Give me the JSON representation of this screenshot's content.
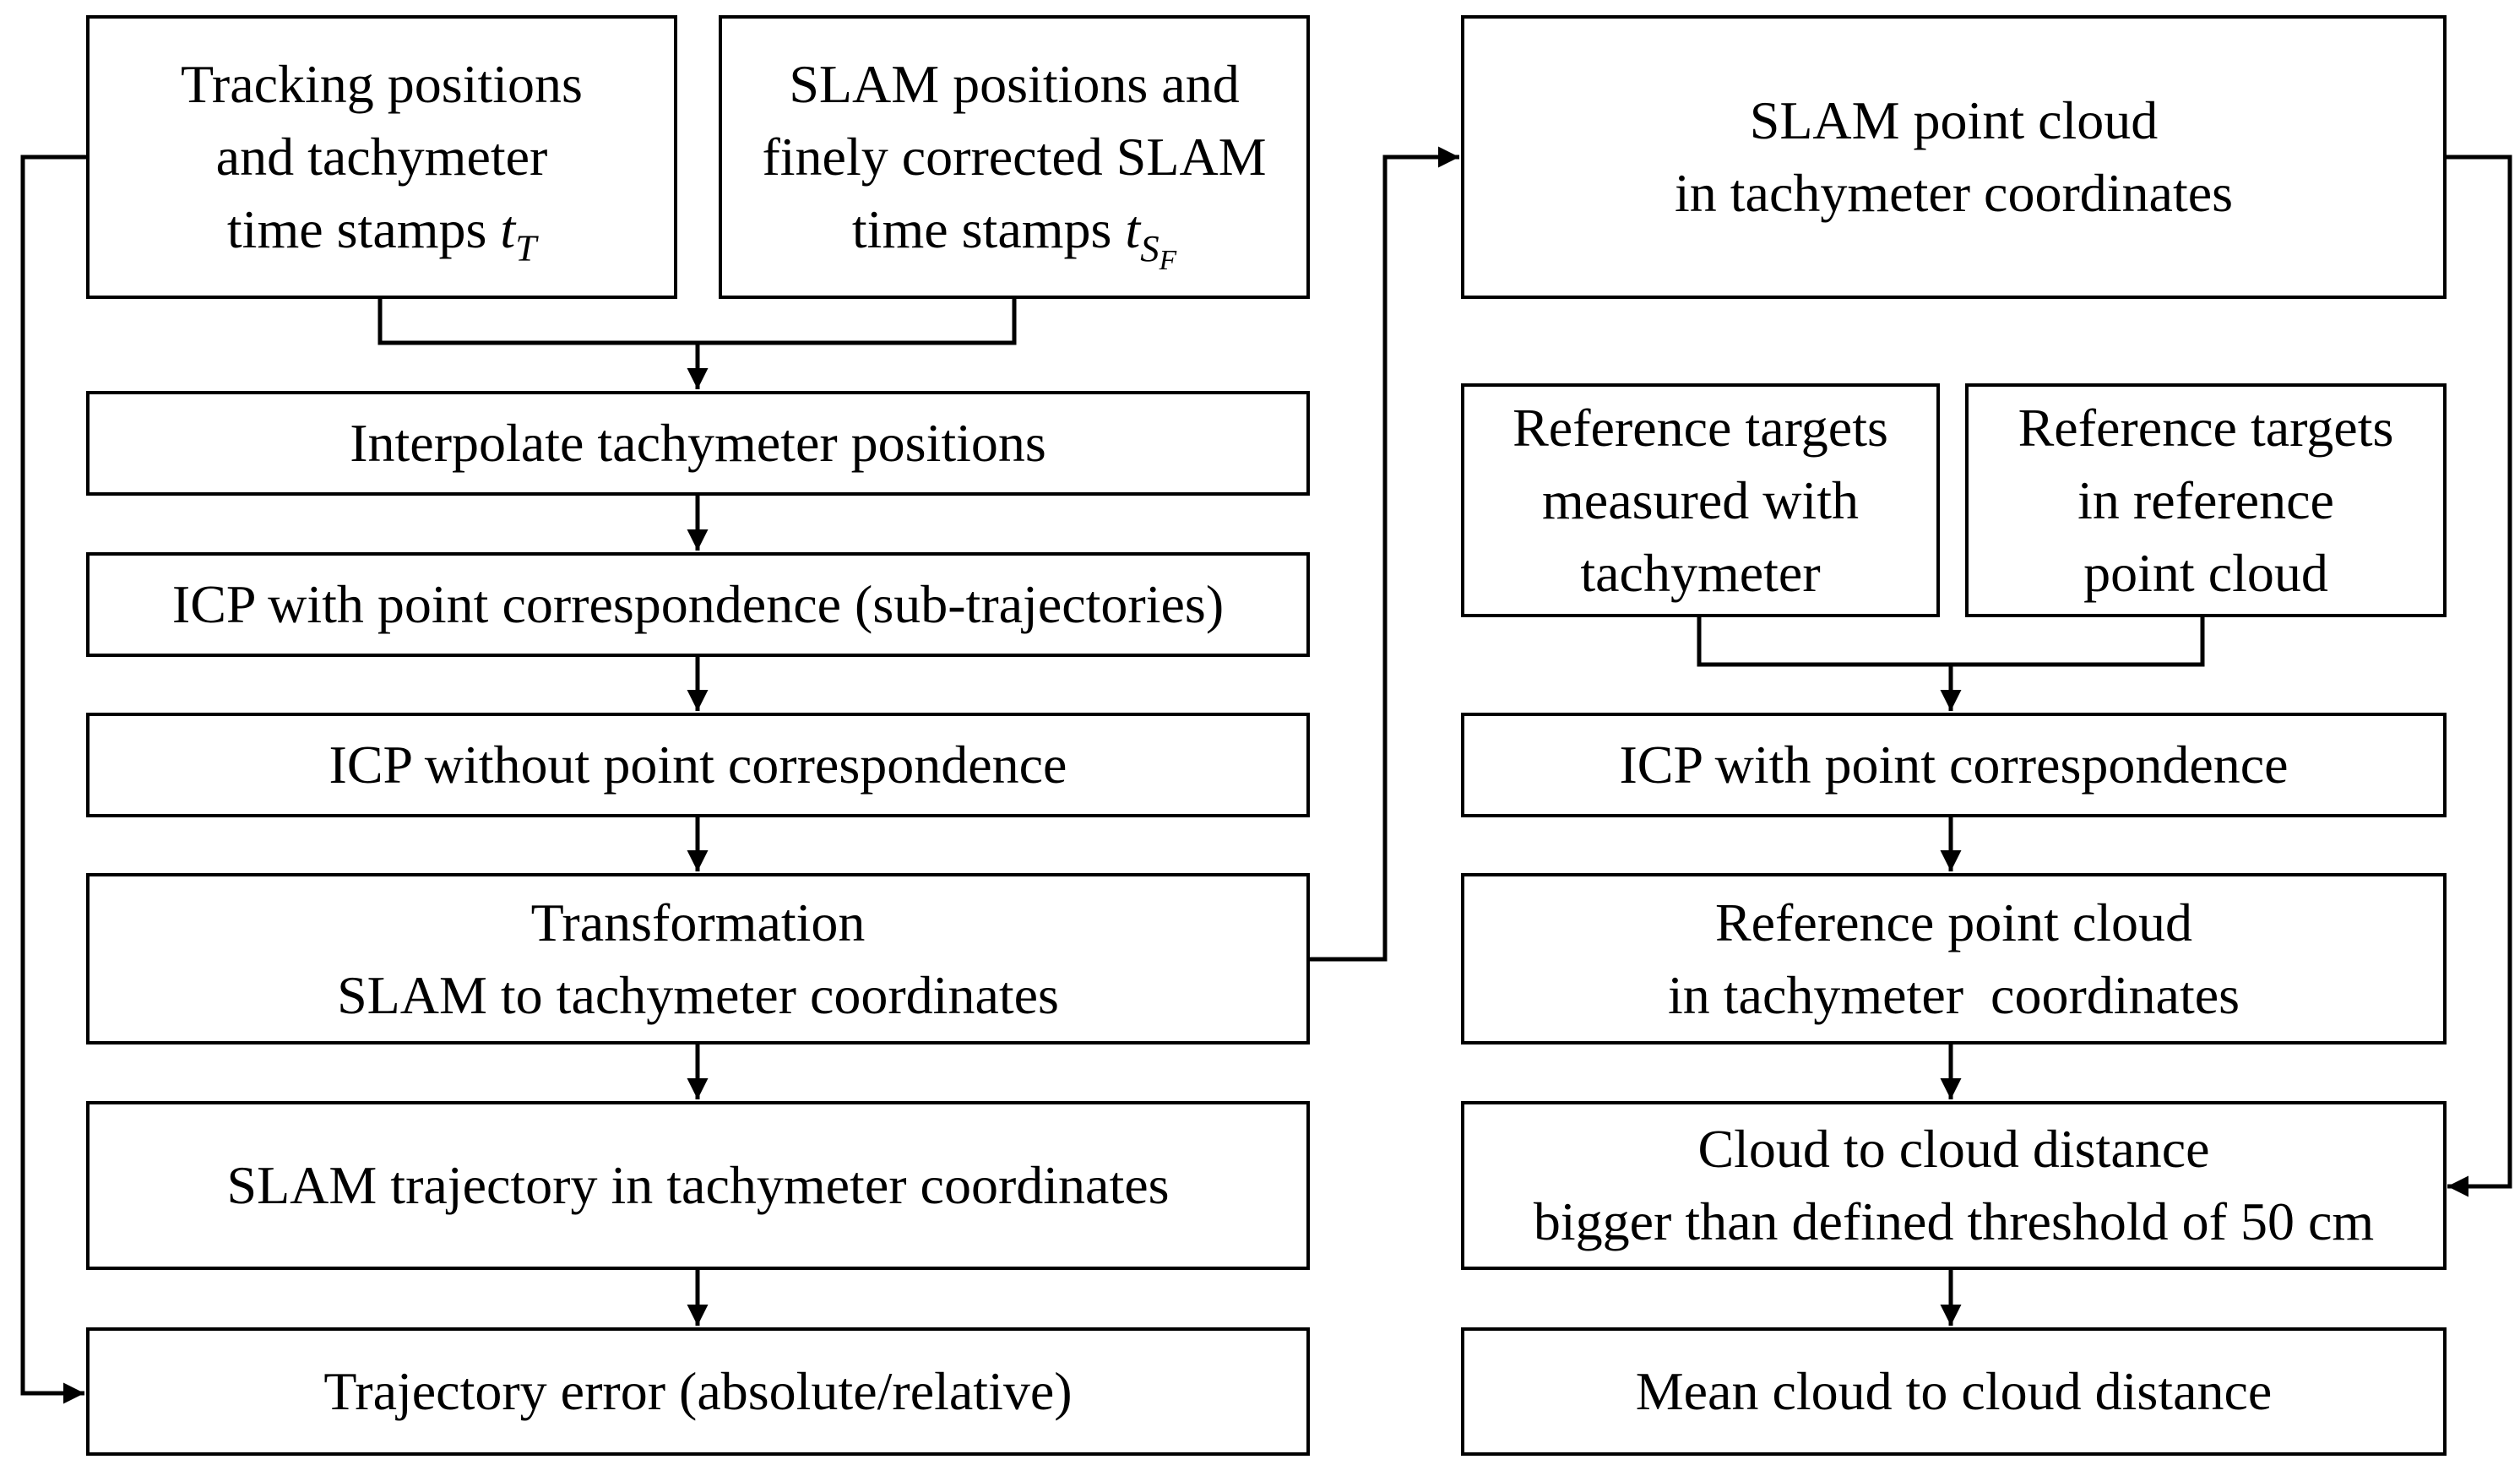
{
  "diagram": {
    "left": {
      "tracking": {
        "lines": [
          "Tracking positions",
          "and tachymeter",
          "time stamps"
        ],
        "math_base": "t",
        "math_sub": "T"
      },
      "slam_positions": {
        "lines": [
          "SLAM positions and",
          "finely corrected SLAM",
          "time stamps"
        ],
        "math_base": "t",
        "math_sub": "S",
        "math_subsub": "F"
      },
      "interpolate": "Interpolate tachymeter positions",
      "icp_with": "ICP with point correspondence (sub-trajectories)",
      "icp_without": "ICP without point correspondence",
      "transformation": [
        "Transformation",
        "SLAM to tachymeter coordinates"
      ],
      "slam_trajectory": "SLAM trajectory in tachymeter coordinates",
      "trajectory_error": "Trajectory error (absolute/relative)"
    },
    "right": {
      "slam_cloud": [
        "SLAM point cloud",
        "in tachymeter coordinates"
      ],
      "ref_targets_tachy": [
        "Reference targets",
        "measured with",
        "tachymeter"
      ],
      "ref_targets_cloud": [
        "Reference targets",
        "in reference",
        "point cloud"
      ],
      "icp_with": "ICP with point correspondence",
      "ref_cloud": [
        "Reference point cloud",
        "in tachymeter  coordinates"
      ],
      "c2c_threshold": [
        "Cloud to cloud distance",
        "bigger than defined threshold of 50 cm"
      ],
      "mean_c2c": "Mean cloud to cloud distance"
    }
  },
  "colors": {
    "stroke": "#000000",
    "fill": "#ffffff"
  }
}
